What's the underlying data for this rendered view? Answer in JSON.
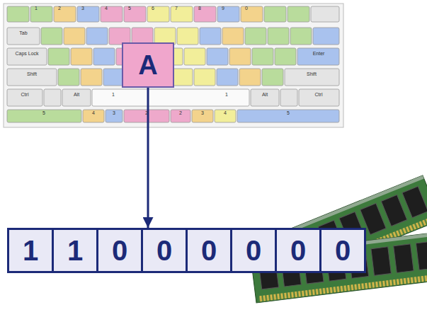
{
  "diagram": {
    "nodes": [
      {
        "text": [
          "A"
        ]
      },
      {
        "text": [
          "1"
        ]
      },
      {
        "text": [
          "1"
        ]
      },
      {
        "text": [
          "0"
        ]
      },
      {
        "text": [
          "0"
        ]
      },
      {
        "text": [
          "0"
        ]
      },
      {
        "text": [
          "0"
        ]
      },
      {
        "text": [
          "0"
        ]
      },
      {
        "text": [
          "0"
        ]
      }
    ],
    "edges": [
      {
        "from": 0,
        "to": 4,
        "arrow": "to"
      }
    ],
    "labels": [
      "Tab",
      "Caps Lock",
      "Shift",
      "Shift",
      "Ctrl",
      "Alt",
      "Alt",
      "Ctrl",
      "Enter",
      "1",
      "1",
      "5",
      "4",
      "3",
      "2",
      "2",
      "3",
      "4",
      "5",
      "1",
      "2",
      "3",
      "4",
      "5",
      "6",
      "7",
      "8",
      "9",
      "0"
    ]
  }
}
